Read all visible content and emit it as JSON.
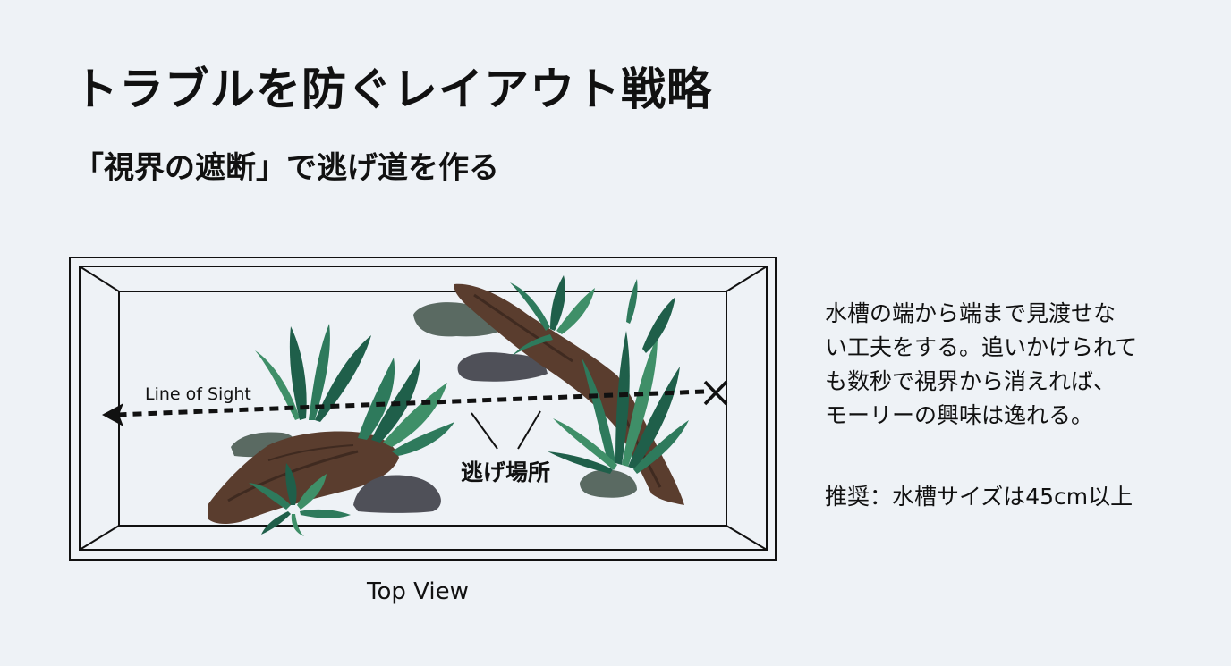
{
  "header": {
    "title": "トラブルを防ぐレイアウト戦略",
    "subtitle": "「視界の遮断」で逃げ道を作る"
  },
  "diagram": {
    "caption": "Top View",
    "sight_line_label": "Line of Sight",
    "hiding_place_label": "逃げ場所",
    "icons": {
      "arrow": "arrow-left-icon",
      "blocked": "x-mark-icon"
    },
    "colors": {
      "background": "#eef2f6",
      "line": "#111111",
      "plant_dark": "#1f5f4a",
      "plant_mid": "#2e7a5c",
      "plant_light": "#3f8f68",
      "wood": "#5a3d2e",
      "wood_dark": "#3f2a20",
      "rock_green": "#5a6a62",
      "rock_gray": "#4f5058"
    }
  },
  "description": {
    "lines": [
      "水槽の端から端まで見渡せな",
      "い工夫をする。追いかけられて",
      "も数秒で視界から消えれば、",
      "モーリーの興味は逸れる。"
    ],
    "recommendation": "推奨：水槽サイズは45cm以上"
  }
}
